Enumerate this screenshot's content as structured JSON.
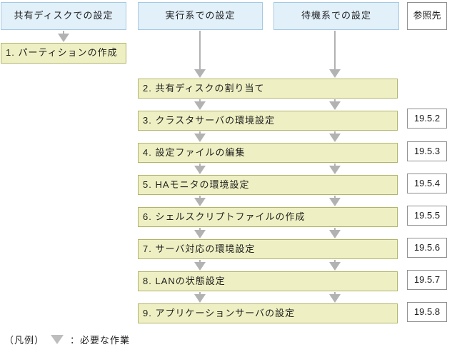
{
  "colors": {
    "header_fill": "#e2f0fa",
    "header_border": "#a5c9e1",
    "step_fill": "#eef0c3",
    "step_border": "#b1b36b",
    "ref_border": "#909090",
    "arrow": "#b2b2b2"
  },
  "columns": [
    {
      "label": "共有ディスクでの設定"
    },
    {
      "label": "実行系での設定"
    },
    {
      "label": "待機系での設定"
    }
  ],
  "ref_column": {
    "label": "参照先"
  },
  "steps": [
    {
      "label": "1. パーティションの作成"
    },
    {
      "label": "2. 共有ディスクの割り当て"
    },
    {
      "label": "3. クラスタサーバの環境設定",
      "ref": "19.5.2"
    },
    {
      "label": "4. 設定ファイルの編集",
      "ref": "19.5.3"
    },
    {
      "label": "5. HAモニタの環境設定",
      "ref": "19.5.4"
    },
    {
      "label": "6. シェルスクリプトファイルの作成",
      "ref": "19.5.5"
    },
    {
      "label": "7. サーバ対応の環境設定",
      "ref": "19.5.6"
    },
    {
      "label": "8. LANの状態設定",
      "ref": "19.5.7"
    },
    {
      "label": "9. アプリケーションサーバの設定",
      "ref": "19.5.8"
    }
  ],
  "legend": {
    "prefix": "（凡例）",
    "label": "：必要な作業",
    "icon": "down-arrow"
  }
}
